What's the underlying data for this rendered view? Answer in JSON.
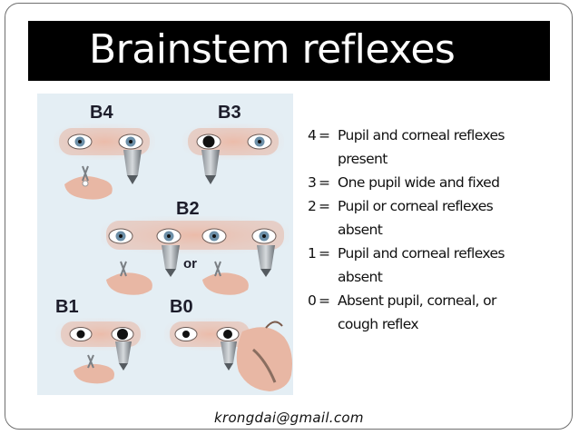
{
  "slide": {
    "title": "Brainstem reflexes",
    "figure": {
      "panels": [
        "B4",
        "B3",
        "B2",
        "B1",
        "B0"
      ],
      "or_label": "or"
    },
    "legend": [
      {
        "key": "4",
        "eq": "=",
        "text": "Pupil and corneal reflexes present"
      },
      {
        "key": "3",
        "eq": "=",
        "text": "One pupil wide and fixed"
      },
      {
        "key": "2",
        "eq": "=",
        "text": "Pupil or corneal reflexes absent"
      },
      {
        "key": "1",
        "eq": "=",
        "text": "Pupil and corneal reflexes absent"
      },
      {
        "key": "0",
        "eq": "=",
        "text": "Absent pupil, corneal, or cough reflex"
      }
    ],
    "footer_email": "krongdai@gmail.com"
  },
  "colors": {
    "title_bg": "#000000",
    "title_text": "#ffffff",
    "figure_bg": "#e4eef4",
    "skin": "#e8b7a4"
  }
}
